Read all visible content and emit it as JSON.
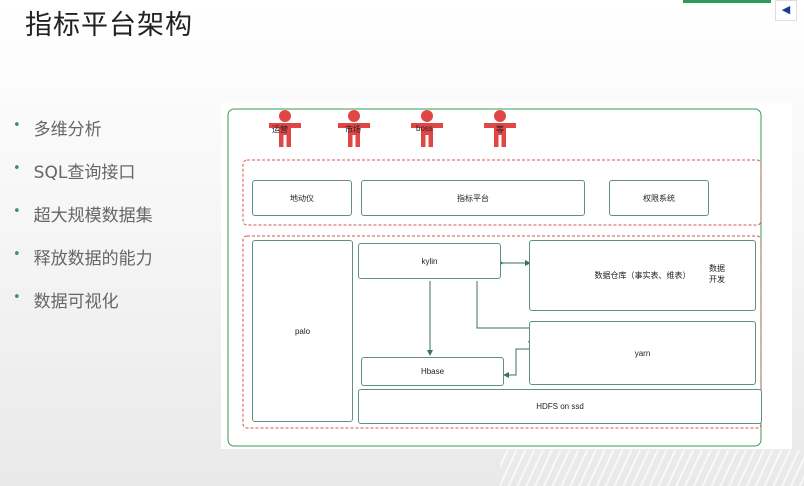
{
  "title": "指标平台架构",
  "bullets": [
    "多维分析",
    "SQL查询接口",
    "超大规模数据集",
    "释放数据的能力",
    "数据可视化"
  ],
  "nav": {
    "prev_icon": "◀"
  },
  "colors": {
    "accent": "#2e9b57",
    "person": "#e04646",
    "box_border": "#5f8f89",
    "dashed": "#d9534f"
  },
  "diagram": {
    "users": [
      "运营",
      "市场",
      "boss",
      "等"
    ],
    "app_layer": {
      "box1": "地动仪",
      "box2": "指标平台",
      "box3": "权限系统"
    },
    "storage": {
      "palo": "palo",
      "kylin": "kylin",
      "warehouse": "数据仓库（事实表、维表）",
      "dev_user": "数据\n开发",
      "yarn": "yarn",
      "hbase": "Hbase",
      "hdfs": "HDFS on ssd"
    }
  }
}
